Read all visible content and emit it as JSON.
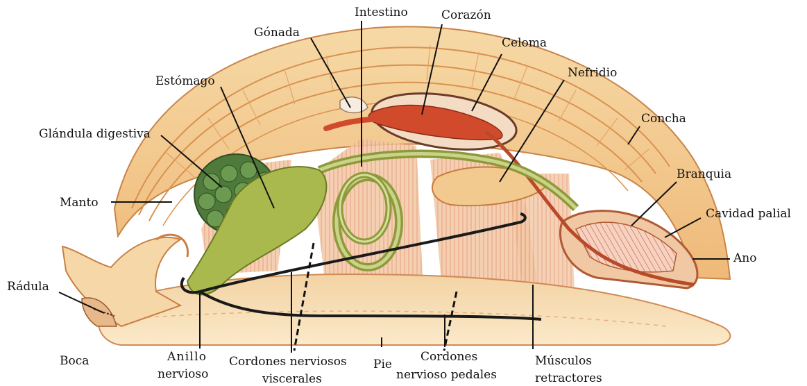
{
  "labels": {
    "intestino": "Intestino",
    "corazon": "Corazón",
    "gonada": "Gónada",
    "celoma": "Celoma",
    "nefridio": "Nefridio",
    "estomago": "Estómago",
    "glandula": "Glándula digestiva",
    "concha": "Concha",
    "branquia": "Branquia",
    "manto": "Manto",
    "cavidad": "Cavidad palial",
    "ano": "Ano",
    "radula": "Rádula",
    "boca": "Boca",
    "anillo_1": "Anillo",
    "anillo_2": "nervioso",
    "visc_1": "Cordones nerviosos",
    "visc_2": "viscerales",
    "pie": "Pie",
    "pedal_1": "Cordones",
    "pedal_2": "nervioso pedales",
    "musc_1": "Músculos",
    "musc_2": "retractores"
  },
  "colors": {
    "shell": "#f4c98a",
    "shell_ridge": "#d98a4a",
    "body": "#f7dfb0",
    "muscle": "#e8a27a",
    "stomach": "#a9b94d",
    "gland": "#4f7a3c",
    "heart": "#d2442a",
    "nerve": "#1a1a1a"
  }
}
